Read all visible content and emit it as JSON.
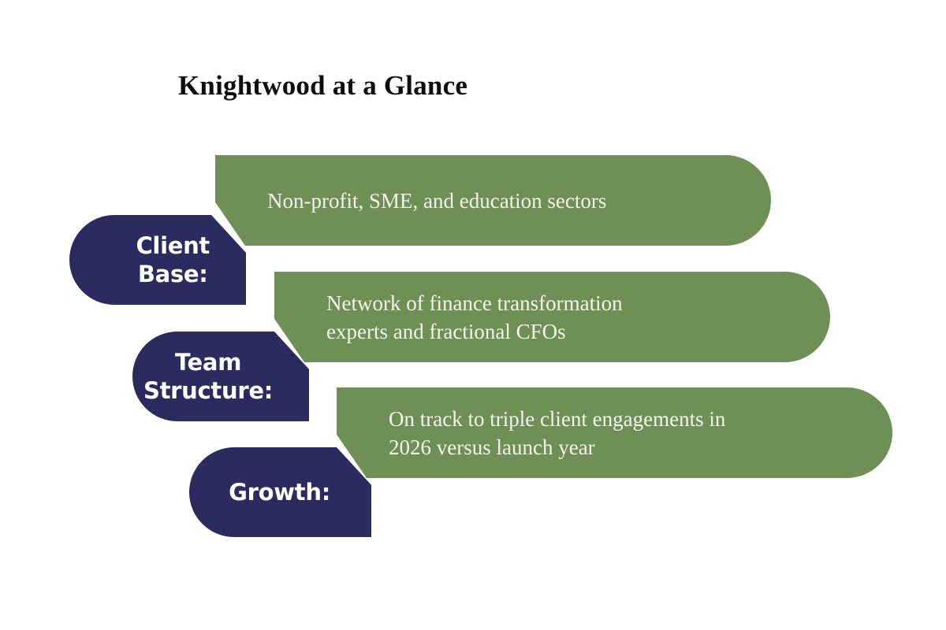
{
  "slide": {
    "title": "Knightwood at a Glance",
    "background_color": "#FFFFFF",
    "accent_green": "#6E8F55",
    "accent_navy": "#2B2B5F",
    "banner_text_color": "#F4F4EC",
    "label_text_color": "#FFFFFF",
    "title_color": "#0D0D0D"
  },
  "rows": [
    {
      "label": "Client\nBase:",
      "banner": "Non-profit, SME, and education sectors"
    },
    {
      "label": "Team\nStructure:",
      "banner": "Network of finance transformation\nexperts and fractional CFOs"
    },
    {
      "label": "Growth:",
      "banner": "On track to triple client engagements in\n2026 versus launch year"
    }
  ]
}
